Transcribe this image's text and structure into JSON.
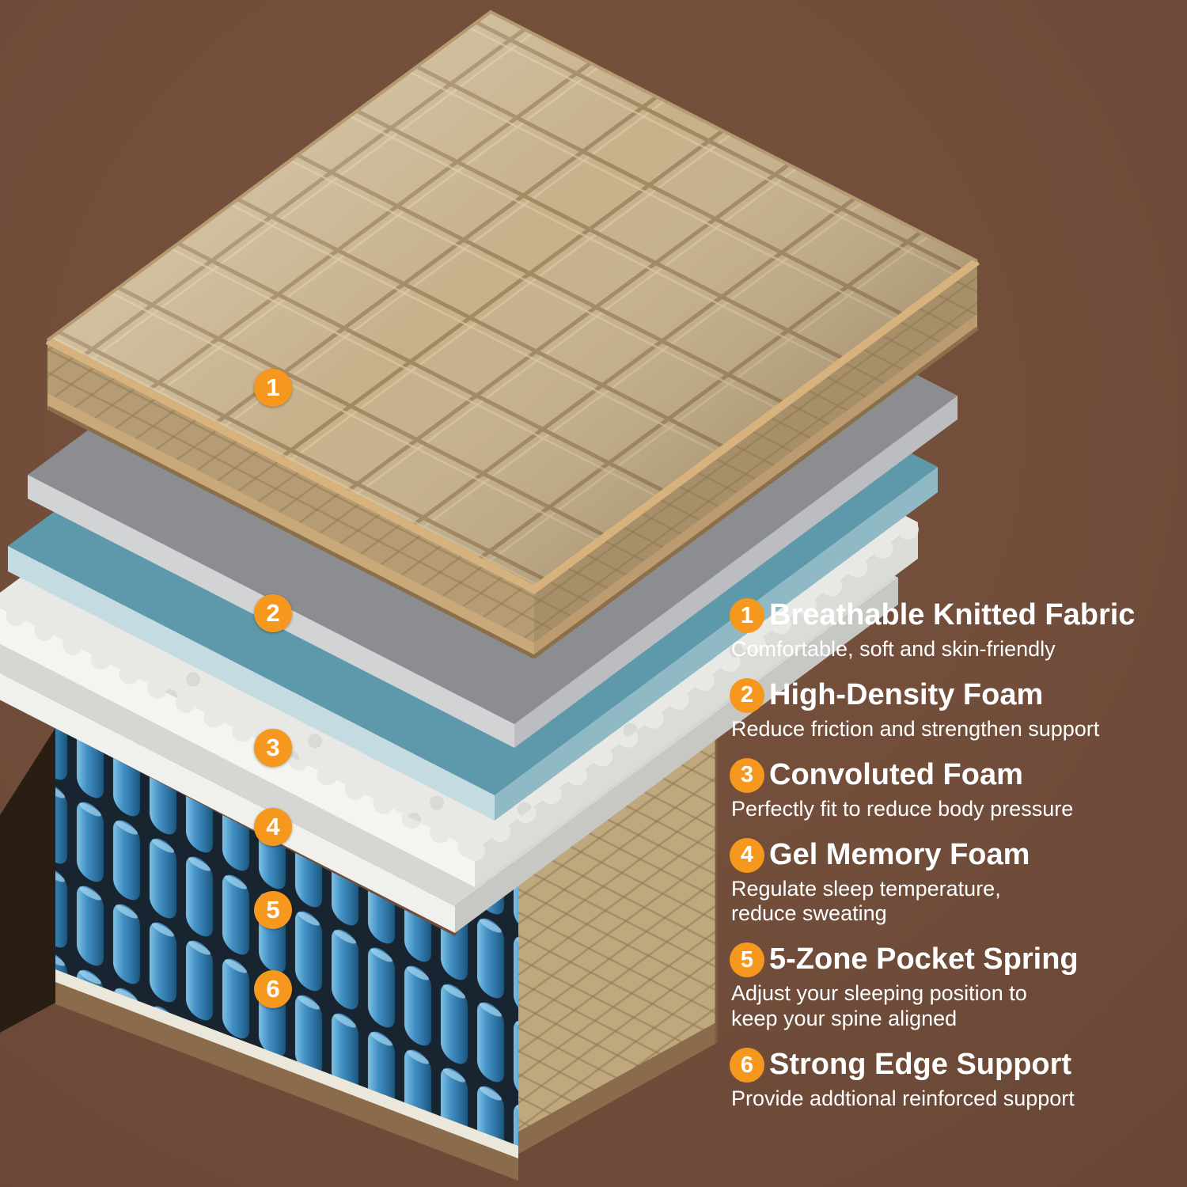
{
  "background": {
    "color": "#6d4a38"
  },
  "accent": {
    "badge_color": "#f6981e",
    "badge_text_color": "#ffffff"
  },
  "illustration": {
    "alt": "Exploded cutaway view of a mattress showing its internal layers",
    "layer_colors": {
      "quilted_fabric": "#c7b18b",
      "quilt_side": "#b59c74",
      "high_density_foam": "#8c8d90",
      "gel_foam": "#5e98ab",
      "convoluted_foam": "#e8e8e5",
      "memory_foam": "#d6d6d3",
      "pocket_spring": "#3e8ec4",
      "base_fabric": "#c0a87e",
      "felt_strip": "#ece7db",
      "base_trim": "#8a6b4c"
    },
    "markers": [
      {
        "number": "1"
      },
      {
        "number": "2"
      },
      {
        "number": "3"
      },
      {
        "number": "4"
      },
      {
        "number": "5"
      },
      {
        "number": "6"
      }
    ]
  },
  "legend": {
    "items": [
      {
        "number": "1",
        "title": "Breathable Knitted Fabric",
        "description": "Comfortable, soft and skin-friendly"
      },
      {
        "number": "2",
        "title": "High-Density Foam",
        "description": "Reduce friction and strengthen support"
      },
      {
        "number": "3",
        "title": "Convoluted Foam",
        "description": "Perfectly fit to reduce body pressure"
      },
      {
        "number": "4",
        "title": "Gel Memory Foam",
        "description": "Regulate sleep temperature,\nreduce sweating"
      },
      {
        "number": "5",
        "title": "5-Zone Pocket Spring",
        "description": "Adjust your sleeping position to\nkeep your spine aligned"
      },
      {
        "number": "6",
        "title": "Strong Edge Support",
        "description": "Provide addtional reinforced support"
      }
    ]
  }
}
